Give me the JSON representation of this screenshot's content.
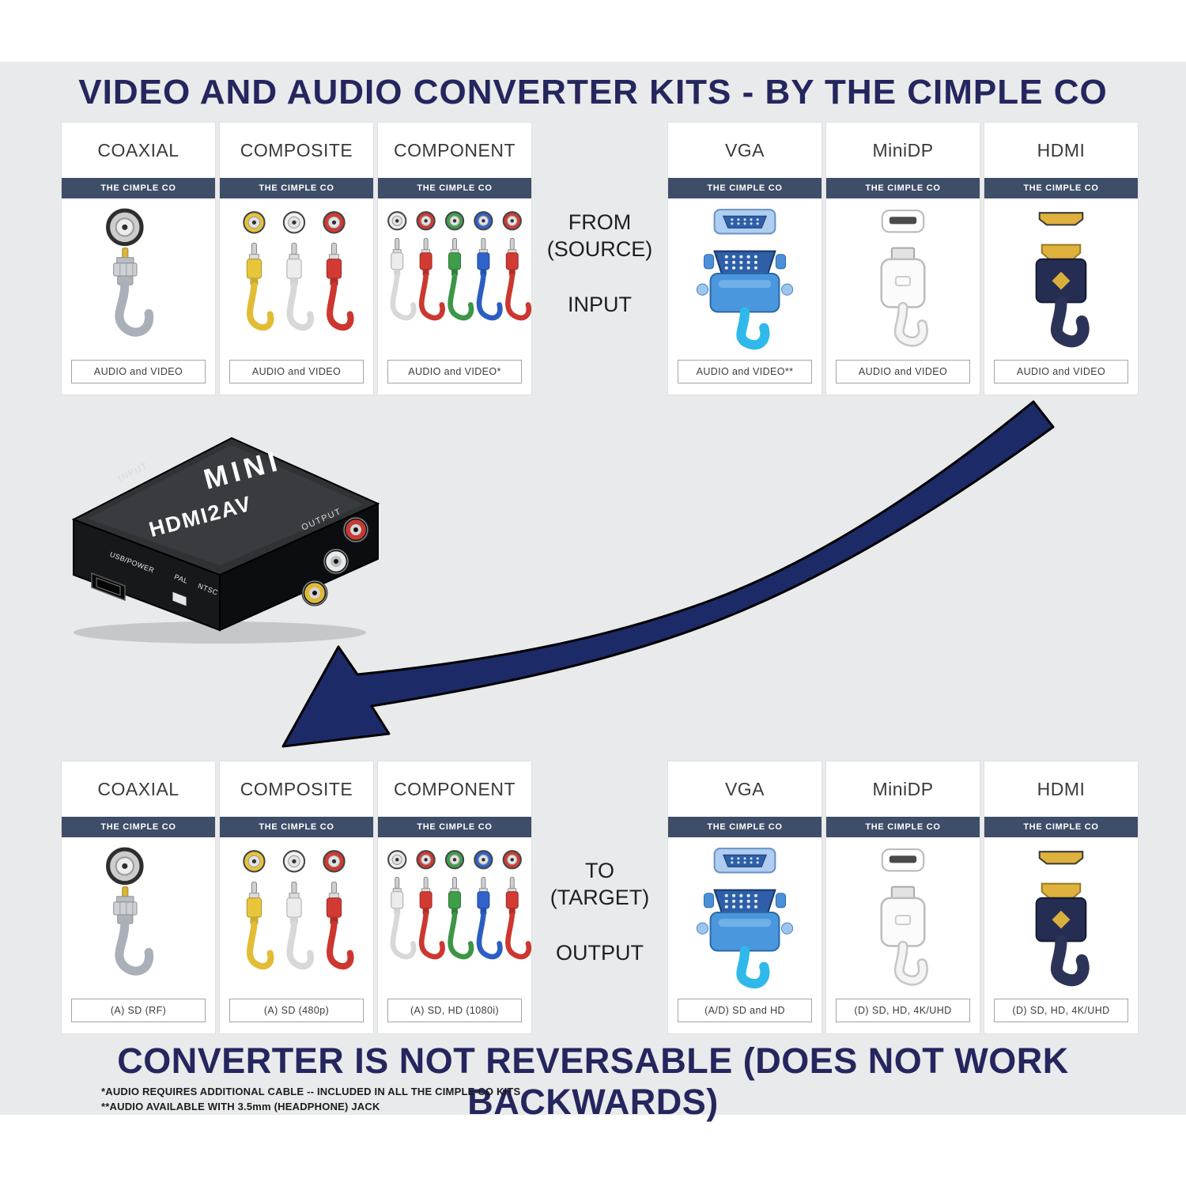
{
  "title": "VIDEO AND AUDIO CONVERTER KITS - BY THE CIMPLE CO",
  "brand": "THE CIMPLE CO",
  "top_row": {
    "flow": [
      "FROM",
      "(SOURCE)",
      "INPUT"
    ],
    "cards": [
      {
        "name": "COAXIAL",
        "connector": "coaxial",
        "label": "AUDIO and VIDEO"
      },
      {
        "name": "COMPOSITE",
        "connector": "composite",
        "label": "AUDIO and VIDEO"
      },
      {
        "name": "COMPONENT",
        "connector": "component",
        "label": "AUDIO and VIDEO*"
      },
      {
        "name": "VGA",
        "connector": "vga",
        "label": "AUDIO and VIDEO**"
      },
      {
        "name": "MiniDP",
        "connector": "minidp",
        "label": "AUDIO and VIDEO"
      },
      {
        "name": "HDMI",
        "connector": "hdmi",
        "label": "AUDIO and VIDEO"
      }
    ]
  },
  "bottom_row": {
    "flow": [
      "TO",
      "(TARGET)",
      "OUTPUT"
    ],
    "cards": [
      {
        "name": "COAXIAL",
        "connector": "coaxial",
        "label": "(A) SD (RF)"
      },
      {
        "name": "COMPOSITE",
        "connector": "composite",
        "label": "(A) SD (480p)"
      },
      {
        "name": "COMPONENT",
        "connector": "component",
        "label": "(A) SD, HD (1080i)"
      },
      {
        "name": "VGA",
        "connector": "vga",
        "label": "(A/D) SD and HD"
      },
      {
        "name": "MiniDP",
        "connector": "minidp",
        "label": "(D) SD, HD, 4K/UHD"
      },
      {
        "name": "HDMI",
        "connector": "hdmi",
        "label": "(D) SD, HD, 4K/UHD"
      }
    ]
  },
  "converter": {
    "mini": "MINI",
    "model": "HDMI2AV",
    "input": "INPUT",
    "output": "OUTPUT",
    "usb_power": "USB/POWER",
    "pal": "PAL",
    "ntsc": "NTSC"
  },
  "footer": {
    "warning": "CONVERTER IS NOT REVERSABLE (DOES NOT WORK BACKWARDS)",
    "note1": "*AUDIO REQUIRES ADDITIONAL CABLE -- INCLUDED IN ALL THE CIMPLE CO KITS",
    "note2": "**AUDIO AVAILABLE WITH 3.5mm (HEADPHONE) JACK"
  },
  "colors": {
    "accent_navy": "#25265e",
    "band_slate": "#3e4d68",
    "background_gray": "#e9eaeb",
    "arrow_navy": "#1d2a68"
  }
}
